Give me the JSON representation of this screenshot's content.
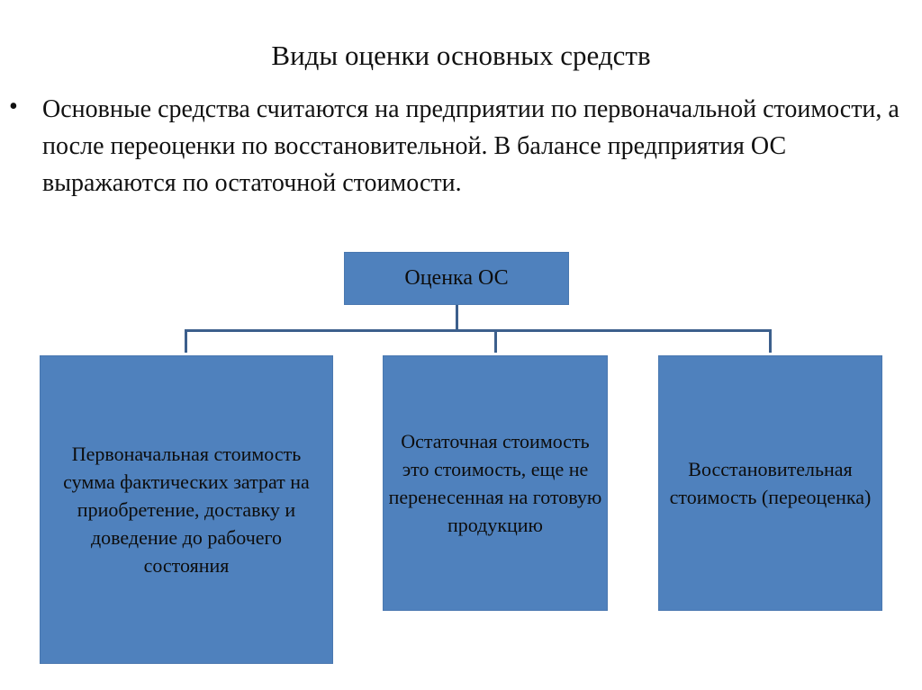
{
  "title": "Виды оценки основных средств",
  "bullet": "Основные средства считаются на предприятии по первоначальной стоимости, а после переоценки по восстановительной. В балансе предприятия ОС выражаются по остаточной стоимости.",
  "bullet_marker": "•",
  "diagram": {
    "root": "Оценка ОС",
    "children": [
      "Первоначальная стоимость сумма фактических затрат на приобретение, доставку и доведение до рабочего состояния",
      "Остаточная стоимость это стоимость, еще не перенесенная на готовую продукцию",
      "Восстановительная стоимость (переоценка)"
    ]
  },
  "colors": {
    "box": "#4f81bd",
    "connector": "#3c5f8c"
  }
}
